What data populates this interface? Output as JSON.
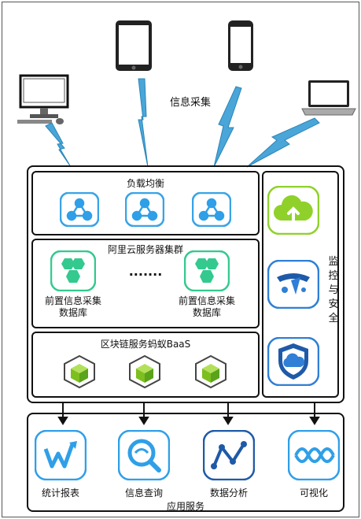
{
  "title_collect": "信息采集",
  "load_balance": {
    "title": "负载均衡"
  },
  "cluster": {
    "title": "阿里云服务器集群",
    "db_label_line1": "前置信息采集",
    "db_label_line2": "数据库",
    "ellipsis": "·······"
  },
  "blockchain": {
    "title": "区块链服务蚂蚁BaaS"
  },
  "security": {
    "title": [
      "监",
      "控",
      "与",
      "安",
      "全"
    ]
  },
  "apps": {
    "title": "应用服务",
    "items": [
      "统计报表",
      "信息查询",
      "数据分析",
      "可视化"
    ]
  },
  "colors": {
    "accent_blue": "#2f9fe8",
    "accent_green": "#34c98f",
    "lime": "#8fd12a",
    "navy": "#1f5aa8"
  },
  "icons": [
    "desktop-icon",
    "tablet-icon",
    "phone-icon",
    "laptop-icon",
    "lightning-icon",
    "network-node-icon",
    "cube-icon",
    "cloud-upload-icon",
    "rocket-icon",
    "shield-cloud-icon",
    "chart-w-icon",
    "search-icon",
    "line-chart-icon",
    "wave-icon"
  ]
}
